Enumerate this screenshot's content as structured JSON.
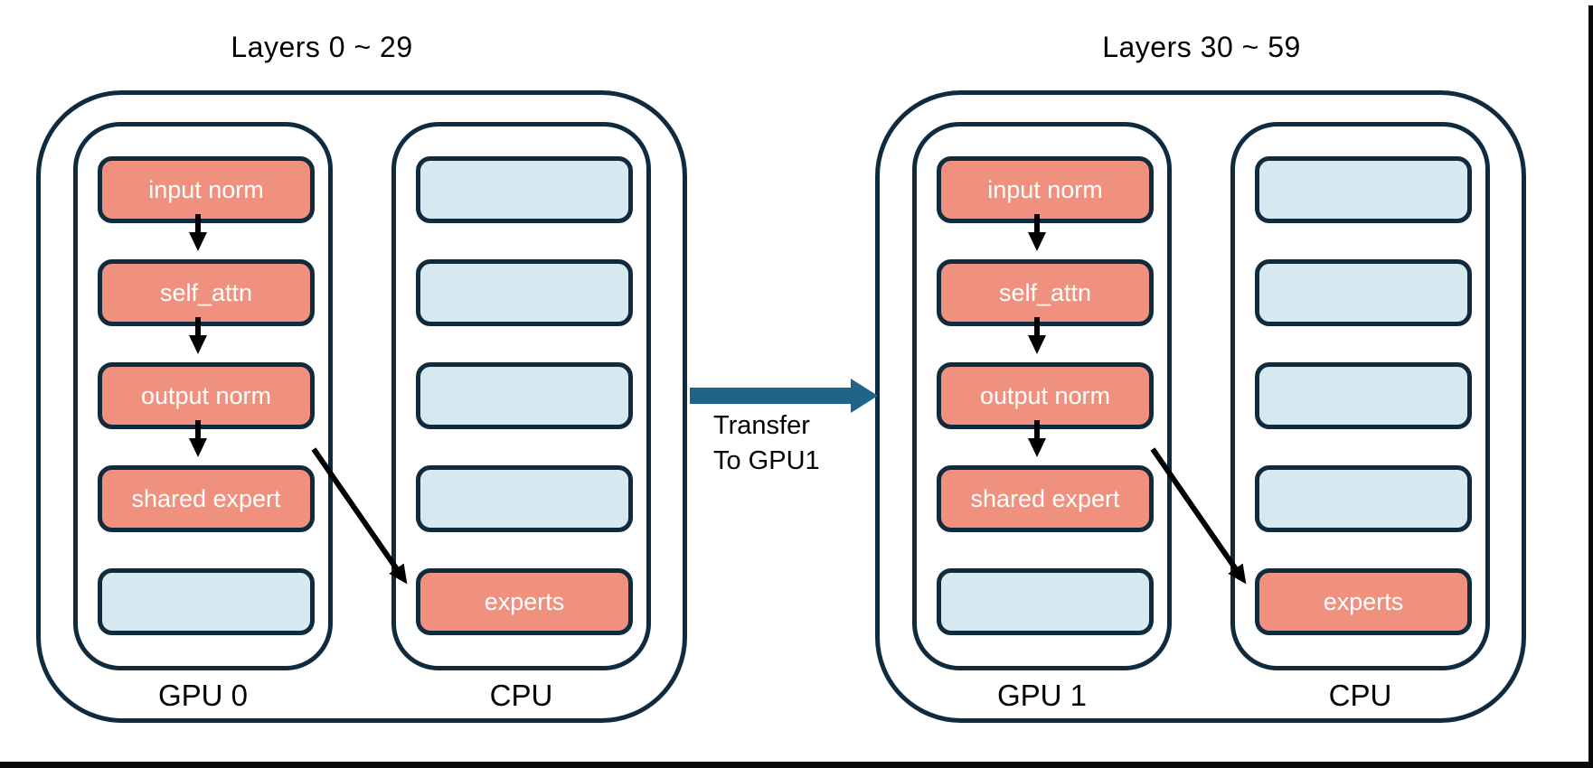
{
  "colors": {
    "outline": "#0F2B3D",
    "module_fill": "#F0917F",
    "empty_fill": "#D7E9F0",
    "transfer_arrow_fill": "#20648A",
    "flow_arrow": "#000000",
    "module_text": "#FFFFFF",
    "label_text": "#000000"
  },
  "transfer": {
    "line1": "Transfer",
    "line2": "To GPU1"
  },
  "panels": [
    {
      "title": "Layers 0 ~ 29",
      "gpu": {
        "label": "GPU 0",
        "slots": [
          "input norm",
          "self_attn",
          "output norm",
          "shared expert",
          ""
        ]
      },
      "cpu": {
        "label": "CPU",
        "slots": [
          "",
          "",
          "",
          "",
          "experts"
        ]
      }
    },
    {
      "title": "Layers 30 ~ 59",
      "gpu": {
        "label": "GPU 1",
        "slots": [
          "input norm",
          "self_attn",
          "output norm",
          "shared expert",
          ""
        ]
      },
      "cpu": {
        "label": "CPU",
        "slots": [
          "",
          "",
          "",
          "",
          "experts"
        ]
      }
    }
  ]
}
